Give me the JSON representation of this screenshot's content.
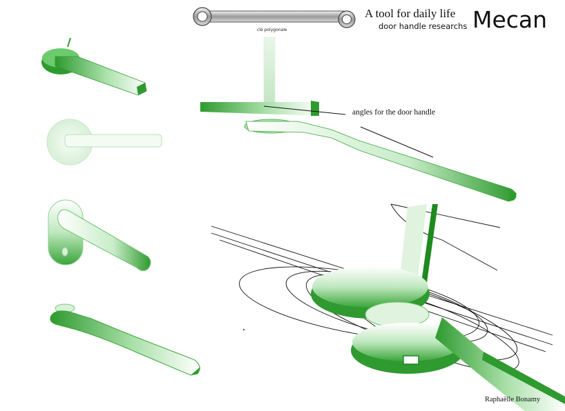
{
  "header": {
    "title": "A tool for daily life",
    "subtitle": "door handle researchs",
    "brand": "Mecan"
  },
  "wrench": {
    "label": "clé polygonale",
    "icon": "wrench-icon"
  },
  "annotation": {
    "angles": "angles for the door handle"
  },
  "credit": {
    "author": "Raphaëlle Bonamy"
  },
  "colors": {
    "green_dark": "#2f9a2f",
    "green_mid": "#5cc25c",
    "green_light": "#d9f2d9",
    "line": "#111111"
  }
}
